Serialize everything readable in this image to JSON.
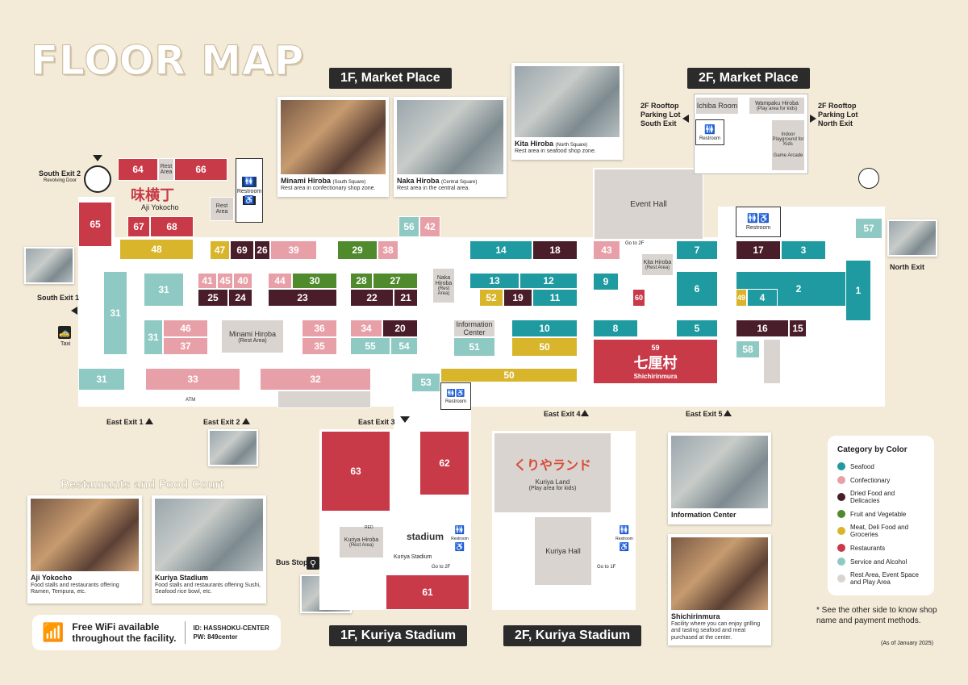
{
  "title": "FLOOR MAP",
  "sections": {
    "f1_market": "1F, Market Place",
    "f2_market": "2F, Market Place",
    "f1_stadium": "1F, Kuriya Stadium",
    "f2_stadium": "2F, Kuriya Stadium",
    "restaurants": "Restaurants and Food Court"
  },
  "photos": {
    "minami": {
      "title": "Minami Hiroba",
      "title_sub": "(South Square)",
      "desc": "Rest area in confectionary shop zone."
    },
    "naka": {
      "title": "Naka Hiroba",
      "title_sub": "(Central Square)",
      "desc": "Rest area in the central area."
    },
    "kita": {
      "title": "Kita Hiroba",
      "title_sub": "(North Square)",
      "desc": "Rest area in seafood shop zone."
    },
    "info": {
      "title": "Information Center"
    },
    "shichirin": {
      "title": "Shichirinmura",
      "desc": "Facility where you can enjoy grilling and tasting seafood and meat purchased at the center."
    },
    "aji": {
      "title": "Aji Yokocho",
      "desc": "Food stalls and restaurants offering Ramen, Tempura, etc."
    },
    "kuriya": {
      "title": "Kuriya Stadium",
      "desc": "Food stalls and restaurants offering Sushi, Seafood rice bowl, etc."
    }
  },
  "labels": {
    "south_exit2": "South Exit 2",
    "revolving": "Revolving Door",
    "south_exit1": "South Exit 1",
    "taxi": "Taxi",
    "east_exit1": "East Exit 1",
    "east_exit2": "East Exit 2",
    "east_exit3": "East Exit 3",
    "east_exit4": "East Exit 4",
    "east_exit5": "East Exit 5",
    "north_exit": "North Exit",
    "bus_stop": "Bus Stop",
    "restroom": "Restroom",
    "rest_area": "Rest Area",
    "aji_yokocho": "Aji Yokocho",
    "event_hall": "Event Hall",
    "minami_hiroba": "Minami Hiroba",
    "naka_hiroba": "Naka Hiroba",
    "kita_hiroba": "Kita Hiroba",
    "info_center": "Information Center",
    "go_to_2f": "Go to 2F",
    "go_to_1f": "Go to 1F",
    "atm": "ATM",
    "shichirinmura": "Shichirinmura",
    "shichirin_jp": "七厘村",
    "kuriya_hiroba": "Kuriya Hiroba",
    "kuriya_stadium": "Kuriya Stadium",
    "stadium_logo": "stadium",
    "kuriya_land_jp": "くりやランド",
    "kuriya_land": "Kuriya Land",
    "kuriya_land_sub": "(Play area for kids)",
    "kuriya_hall": "Kuriya Hall",
    "ichiba_room": "Ichiba Room",
    "wampaku": "Wampaku Hiroba",
    "wampaku_sub": "(Play area for kids)",
    "indoor_playground": "Indoor Playground for Kids",
    "game_arcade": "Game Arcade",
    "rooftop_south": "2F Rooftop Parking Lot South Exit",
    "rooftop_north": "2F Rooftop Parking Lot North Exit",
    "naka_hiroba_rest": "(Rest Area)",
    "red": "RED"
  },
  "legend": {
    "title": "Category by Color",
    "items": [
      {
        "label": "Seafood",
        "color": "#1e9aa0"
      },
      {
        "label": "Confectionary",
        "color": "#e8a0a8"
      },
      {
        "label": "Dried Food and Delicacies",
        "color": "#4a1d2b"
      },
      {
        "label": "Fruit and Vegetable",
        "color": "#4f8a2c"
      },
      {
        "label": "Meat, Deli Food and Groceries",
        "color": "#d9b52b"
      },
      {
        "label": "Restaurants",
        "color": "#c83a48"
      },
      {
        "label": "Service and Alcohol",
        "color": "#8fc9c3"
      },
      {
        "label": "Rest Area, Event Space and Play Area",
        "color": "#d9d4cf"
      }
    ]
  },
  "note": "* See the other side to know shop name and payment methods.",
  "as_of": "(As of January 2025)",
  "wifi": {
    "line1": "Free WiFi available",
    "line2": "throughout the facility.",
    "id": "ID: HASSHOKU-CENTER",
    "pw": "PW: 849center"
  }
}
